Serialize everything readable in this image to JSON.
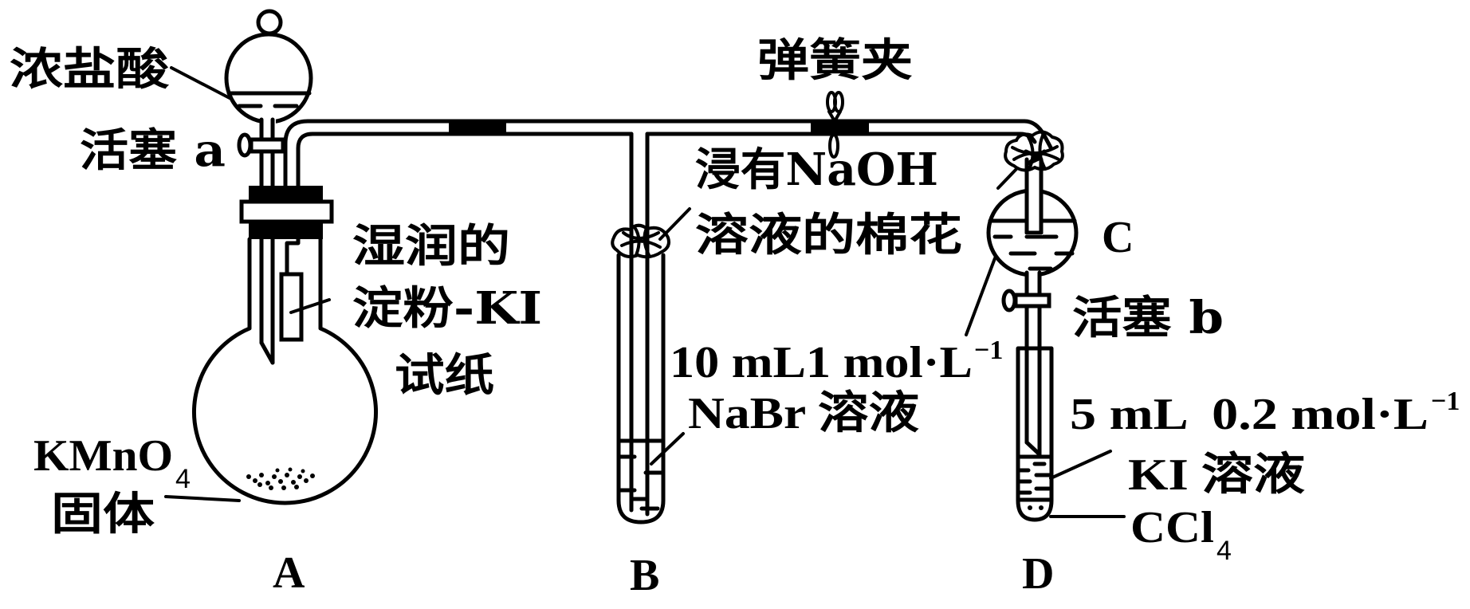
{
  "figure": {
    "labels": {
      "conc_hcl": "浓盐酸",
      "stopcock_a": "活塞 a",
      "spring_clamp": "弹簧夹",
      "starch_ki_line1": "湿润的",
      "starch_ki_line2": "淀粉-KI",
      "starch_ki_line3": "试纸",
      "kmno4_formula": "KMnO",
      "kmno4_subscript": "4",
      "kmno4_state": "固体",
      "naoh_cotton_line1": "浸有NaOH",
      "naoh_cotton_line2": "溶液的棉花",
      "nabr_line1": "10 mL1 mol·L",
      "nabr_line1_sup": "−1",
      "nabr_line2": "NaBr 溶液",
      "funnel_c": "C",
      "stopcock_b": "活塞 b",
      "ki_line1": "5 mL  0.2 mol·L",
      "ki_line1_sup": "−1",
      "ki_line2": "KI 溶液",
      "ccl4_formula": "CCl",
      "ccl4_subscript": "4"
    },
    "apparatus": {
      "A": "A",
      "B": "B",
      "D": "D"
    }
  }
}
